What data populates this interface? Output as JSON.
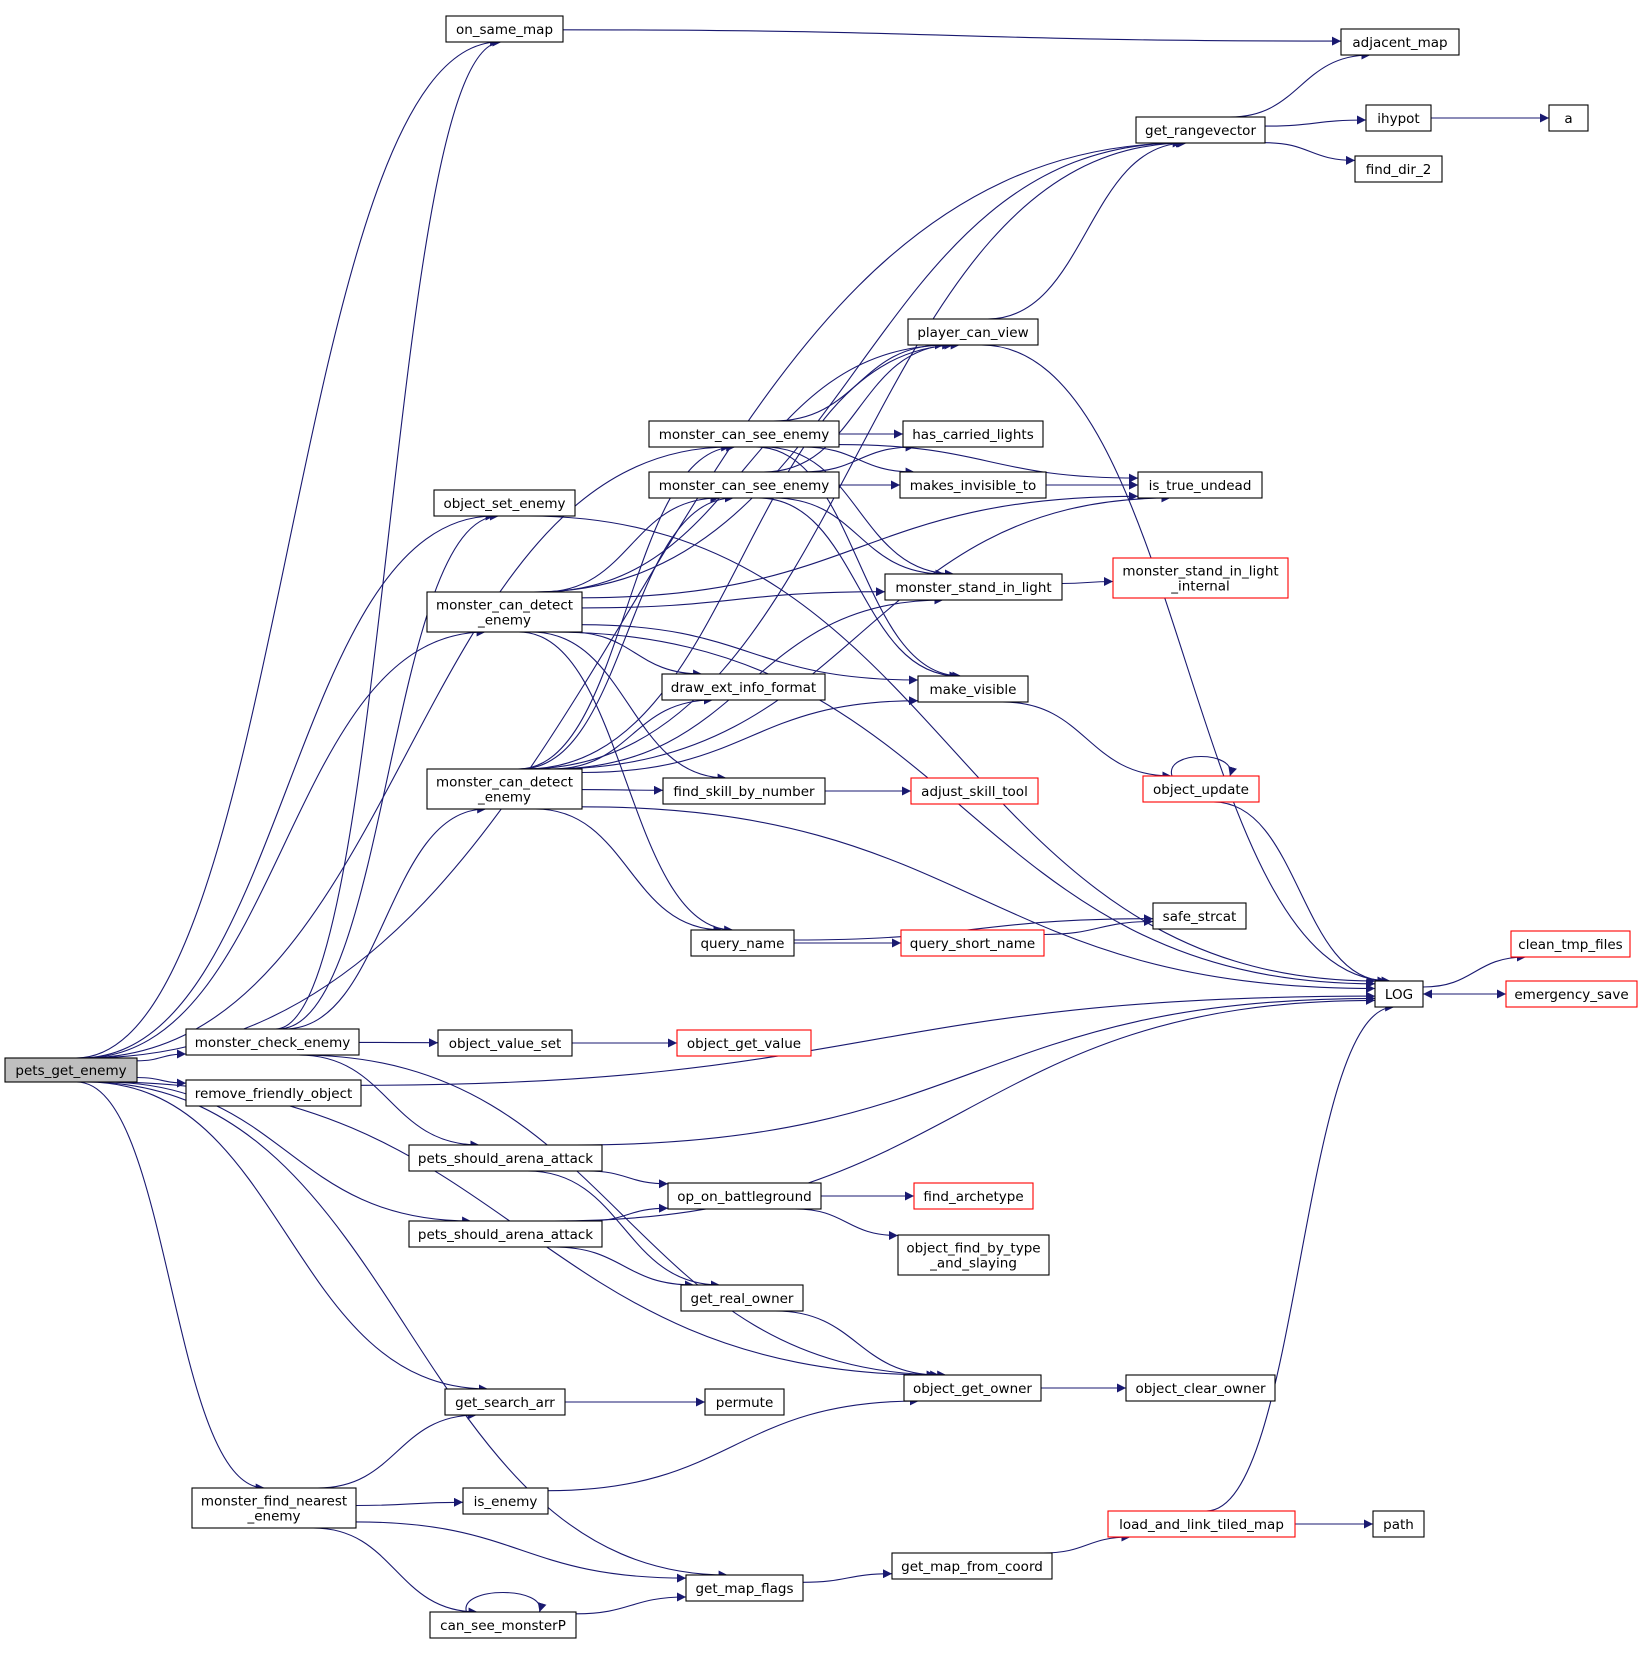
{
  "nodes": [
    {
      "id": "pets_get_enemy",
      "lines": [
        "pets_get_enemy"
      ],
      "style": "root"
    },
    {
      "id": "on_same_map",
      "lines": [
        "on_same_map"
      ],
      "style": "normal"
    },
    {
      "id": "adjacent_map",
      "lines": [
        "adjacent_map"
      ],
      "style": "normal"
    },
    {
      "id": "get_rangevector",
      "lines": [
        "get_rangevector"
      ],
      "style": "normal"
    },
    {
      "id": "ihypot",
      "lines": [
        "ihypot"
      ],
      "style": "normal"
    },
    {
      "id": "a",
      "lines": [
        "a"
      ],
      "style": "normal"
    },
    {
      "id": "find_dir_2",
      "lines": [
        "find_dir_2"
      ],
      "style": "normal"
    },
    {
      "id": "player_can_view",
      "lines": [
        "player_can_view"
      ],
      "style": "normal"
    },
    {
      "id": "mcse1",
      "lines": [
        "monster_can_see_enemy"
      ],
      "style": "normal"
    },
    {
      "id": "has_carried_lights",
      "lines": [
        "has_carried_lights"
      ],
      "style": "normal"
    },
    {
      "id": "mcse2",
      "lines": [
        "monster_can_see_enemy"
      ],
      "style": "normal"
    },
    {
      "id": "makes_invisible_to",
      "lines": [
        "makes_invisible_to"
      ],
      "style": "normal"
    },
    {
      "id": "is_true_undead",
      "lines": [
        "is_true_undead"
      ],
      "style": "normal"
    },
    {
      "id": "object_set_enemy",
      "lines": [
        "object_set_enemy"
      ],
      "style": "normal"
    },
    {
      "id": "mcde1",
      "lines": [
        "monster_can_detect",
        "_enemy"
      ],
      "style": "normal"
    },
    {
      "id": "monster_stand_in_light",
      "lines": [
        "monster_stand_in_light"
      ],
      "style": "normal"
    },
    {
      "id": "msil_internal",
      "lines": [
        "monster_stand_in_light",
        "_internal"
      ],
      "style": "red"
    },
    {
      "id": "draw_ext_info_format",
      "lines": [
        "draw_ext_info_format"
      ],
      "style": "normal"
    },
    {
      "id": "make_visible",
      "lines": [
        "make_visible"
      ],
      "style": "normal"
    },
    {
      "id": "mcde2",
      "lines": [
        "monster_can_detect",
        "_enemy"
      ],
      "style": "normal"
    },
    {
      "id": "find_skill_by_number",
      "lines": [
        "find_skill_by_number"
      ],
      "style": "normal"
    },
    {
      "id": "adjust_skill_tool",
      "lines": [
        "adjust_skill_tool"
      ],
      "style": "red"
    },
    {
      "id": "object_update",
      "lines": [
        "object_update"
      ],
      "style": "red"
    },
    {
      "id": "query_name",
      "lines": [
        "query_name"
      ],
      "style": "normal"
    },
    {
      "id": "safe_strcat",
      "lines": [
        "safe_strcat"
      ],
      "style": "normal"
    },
    {
      "id": "query_short_name",
      "lines": [
        "query_short_name"
      ],
      "style": "red"
    },
    {
      "id": "clean_tmp_files",
      "lines": [
        "clean_tmp_files"
      ],
      "style": "red"
    },
    {
      "id": "LOG",
      "lines": [
        "LOG"
      ],
      "style": "normal"
    },
    {
      "id": "emergency_save",
      "lines": [
        "emergency_save"
      ],
      "style": "red"
    },
    {
      "id": "monster_check_enemy",
      "lines": [
        "monster_check_enemy"
      ],
      "style": "normal"
    },
    {
      "id": "object_value_set",
      "lines": [
        "object_value_set"
      ],
      "style": "normal"
    },
    {
      "id": "object_get_value",
      "lines": [
        "object_get_value"
      ],
      "style": "red"
    },
    {
      "id": "remove_friendly_object",
      "lines": [
        "remove_friendly_object"
      ],
      "style": "normal"
    },
    {
      "id": "psaa1",
      "lines": [
        "pets_should_arena_attack"
      ],
      "style": "normal"
    },
    {
      "id": "op_on_battleground",
      "lines": [
        "op_on_battleground"
      ],
      "style": "normal"
    },
    {
      "id": "find_archetype",
      "lines": [
        "find_archetype"
      ],
      "style": "red"
    },
    {
      "id": "psaa2",
      "lines": [
        "pets_should_arena_attack"
      ],
      "style": "normal"
    },
    {
      "id": "ofbts",
      "lines": [
        "object_find_by_type",
        "_and_slaying"
      ],
      "style": "normal"
    },
    {
      "id": "get_real_owner",
      "lines": [
        "get_real_owner"
      ],
      "style": "normal"
    },
    {
      "id": "object_get_owner",
      "lines": [
        "object_get_owner"
      ],
      "style": "normal"
    },
    {
      "id": "object_clear_owner",
      "lines": [
        "object_clear_owner"
      ],
      "style": "normal"
    },
    {
      "id": "get_search_arr",
      "lines": [
        "get_search_arr"
      ],
      "style": "normal"
    },
    {
      "id": "permute",
      "lines": [
        "permute"
      ],
      "style": "normal"
    },
    {
      "id": "mfne",
      "lines": [
        "monster_find_nearest",
        "_enemy"
      ],
      "style": "normal"
    },
    {
      "id": "is_enemy",
      "lines": [
        "is_enemy"
      ],
      "style": "normal"
    },
    {
      "id": "load_and_link_tiled_map",
      "lines": [
        "load_and_link_tiled_map"
      ],
      "style": "red"
    },
    {
      "id": "path",
      "lines": [
        "path"
      ],
      "style": "normal"
    },
    {
      "id": "get_map_from_coord",
      "lines": [
        "get_map_from_coord"
      ],
      "style": "normal"
    },
    {
      "id": "get_map_flags",
      "lines": [
        "get_map_flags"
      ],
      "style": "normal"
    },
    {
      "id": "can_see_monsterP",
      "lines": [
        "can_see_monsterP"
      ],
      "style": "normal"
    }
  ],
  "edges": [
    [
      "pets_get_enemy",
      "on_same_map"
    ],
    [
      "pets_get_enemy",
      "get_rangevector"
    ],
    [
      "pets_get_enemy",
      "object_set_enemy"
    ],
    [
      "pets_get_enemy",
      "mcse1"
    ],
    [
      "pets_get_enemy",
      "mcde1"
    ],
    [
      "pets_get_enemy",
      "monster_check_enemy"
    ],
    [
      "pets_get_enemy",
      "remove_friendly_object"
    ],
    [
      "pets_get_enemy",
      "psaa2"
    ],
    [
      "pets_get_enemy",
      "get_search_arr"
    ],
    [
      "pets_get_enemy",
      "object_get_owner"
    ],
    [
      "pets_get_enemy",
      "mfne"
    ],
    [
      "pets_get_enemy",
      "get_map_flags"
    ],
    [
      "on_same_map",
      "adjacent_map"
    ],
    [
      "get_rangevector",
      "adjacent_map"
    ],
    [
      "get_rangevector",
      "ihypot"
    ],
    [
      "get_rangevector",
      "find_dir_2"
    ],
    [
      "ihypot",
      "a"
    ],
    [
      "player_can_view",
      "get_rangevector"
    ],
    [
      "player_can_view",
      "LOG"
    ],
    [
      "mcse1",
      "player_can_view"
    ],
    [
      "mcse1",
      "has_carried_lights"
    ],
    [
      "mcse1",
      "makes_invisible_to"
    ],
    [
      "mcse1",
      "is_true_undead"
    ],
    [
      "mcse1",
      "monster_stand_in_light"
    ],
    [
      "mcse1",
      "make_visible"
    ],
    [
      "mcse2",
      "player_can_view"
    ],
    [
      "mcse2",
      "has_carried_lights"
    ],
    [
      "mcse2",
      "makes_invisible_to"
    ],
    [
      "mcse2",
      "is_true_undead"
    ],
    [
      "mcse2",
      "monster_stand_in_light"
    ],
    [
      "mcse2",
      "make_visible"
    ],
    [
      "makes_invisible_to",
      "is_true_undead"
    ],
    [
      "object_set_enemy",
      "LOG"
    ],
    [
      "mcde1",
      "get_rangevector"
    ],
    [
      "mcde1",
      "player_can_view"
    ],
    [
      "mcde1",
      "is_true_undead"
    ],
    [
      "mcde1",
      "mcse2"
    ],
    [
      "mcde1",
      "monster_stand_in_light"
    ],
    [
      "mcde1",
      "draw_ext_info_format"
    ],
    [
      "mcde1",
      "make_visible"
    ],
    [
      "mcde1",
      "find_skill_by_number"
    ],
    [
      "mcde1",
      "query_name"
    ],
    [
      "mcde1",
      "LOG"
    ],
    [
      "mcde2",
      "get_rangevector"
    ],
    [
      "mcde2",
      "player_can_view"
    ],
    [
      "mcde2",
      "mcse2"
    ],
    [
      "mcde2",
      "mcse1"
    ],
    [
      "mcde2",
      "monster_stand_in_light"
    ],
    [
      "mcde2",
      "draw_ext_info_format"
    ],
    [
      "mcde2",
      "make_visible"
    ],
    [
      "mcde2",
      "find_skill_by_number"
    ],
    [
      "mcde2",
      "is_true_undead"
    ],
    [
      "mcde2",
      "query_name"
    ],
    [
      "mcde2",
      "LOG"
    ],
    [
      "monster_stand_in_light",
      "msil_internal"
    ],
    [
      "make_visible",
      "object_update"
    ],
    [
      "object_update",
      "object_update"
    ],
    [
      "object_update",
      "LOG"
    ],
    [
      "find_skill_by_number",
      "adjust_skill_tool"
    ],
    [
      "query_name",
      "safe_strcat"
    ],
    [
      "query_name",
      "query_short_name"
    ],
    [
      "query_short_name",
      "safe_strcat"
    ],
    [
      "LOG",
      "clean_tmp_files"
    ],
    [
      "LOG",
      "emergency_save"
    ],
    [
      "emergency_save",
      "LOG"
    ],
    [
      "monster_check_enemy",
      "on_same_map"
    ],
    [
      "monster_check_enemy",
      "object_set_enemy"
    ],
    [
      "monster_check_enemy",
      "mcde2"
    ],
    [
      "monster_check_enemy",
      "object_value_set"
    ],
    [
      "monster_check_enemy",
      "psaa1"
    ],
    [
      "monster_check_enemy",
      "object_get_owner"
    ],
    [
      "object_value_set",
      "object_get_value"
    ],
    [
      "remove_friendly_object",
      "LOG"
    ],
    [
      "psaa1",
      "LOG"
    ],
    [
      "psaa1",
      "op_on_battleground"
    ],
    [
      "psaa1",
      "get_real_owner"
    ],
    [
      "psaa2",
      "op_on_battleground"
    ],
    [
      "psaa2",
      "get_real_owner"
    ],
    [
      "psaa2",
      "LOG"
    ],
    [
      "op_on_battleground",
      "find_archetype"
    ],
    [
      "op_on_battleground",
      "ofbts"
    ],
    [
      "get_real_owner",
      "object_get_owner"
    ],
    [
      "object_get_owner",
      "object_clear_owner"
    ],
    [
      "get_search_arr",
      "permute"
    ],
    [
      "mfne",
      "get_search_arr"
    ],
    [
      "mfne",
      "is_enemy"
    ],
    [
      "mfne",
      "get_map_flags"
    ],
    [
      "mfne",
      "can_see_monsterP"
    ],
    [
      "is_enemy",
      "object_get_owner"
    ],
    [
      "can_see_monsterP",
      "can_see_monsterP"
    ],
    [
      "can_see_monsterP",
      "get_map_flags"
    ],
    [
      "get_map_flags",
      "get_map_from_coord"
    ],
    [
      "get_map_from_coord",
      "load_and_link_tiled_map"
    ],
    [
      "load_and_link_tiled_map",
      "path"
    ],
    [
      "load_and_link_tiled_map",
      "LOG"
    ]
  ],
  "colors": {
    "edge": "#191970",
    "normal_border": "#000000",
    "red_border": "#ff0000",
    "root_fill": "#bfbfbf",
    "fill": "#ffffff"
  }
}
